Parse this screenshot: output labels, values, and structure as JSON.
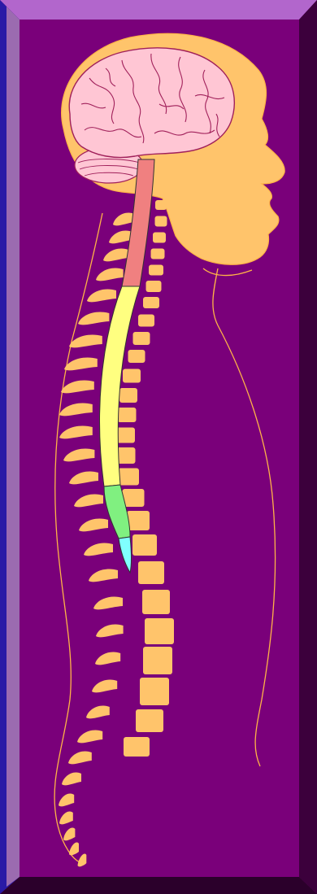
{
  "colors": {
    "panel": "#7a007a",
    "frame_top": "#b266cc",
    "frame_left": "#2a1aa6",
    "frame_left_inner": "#9b6bb0",
    "frame_right": "#3c003c",
    "frame_bottom": "#2b002b",
    "skin": "#ffc46b",
    "outline": "#ffb347",
    "brain": "#ffc6d4",
    "brain_stroke": "#a0205a",
    "cervical": "#f08080",
    "thoracic": "#ffff80",
    "lumbar": "#80f080",
    "sacral": "#80ffff"
  },
  "figure": {
    "regions": [
      {
        "name": "brain-stem-and-cervical"
      },
      {
        "name": "thoracic"
      },
      {
        "name": "lumbar"
      },
      {
        "name": "sacral"
      }
    ]
  }
}
